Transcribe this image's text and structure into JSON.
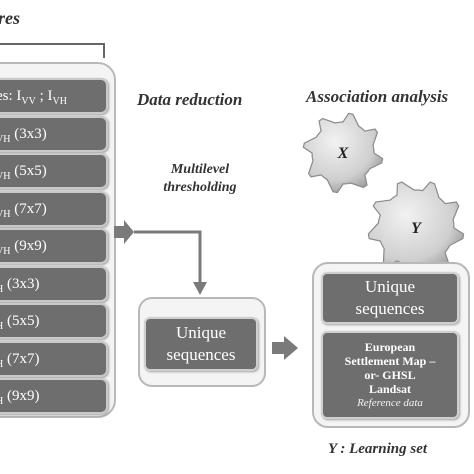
{
  "headings": {
    "features": "res",
    "data_reduction": "Data reduction",
    "association_analysis": "Association analysis",
    "multilevel": "Multilevel",
    "thresholding": "thresholding",
    "learning_set": "Y : Learning set"
  },
  "features": [
    {
      "pre": "es: I",
      "sub1": "VV",
      "mid": " ; I",
      "sub2": "VH"
    },
    {
      "pre": "",
      "sub1": "VH",
      "mid": " (3x3)",
      "sub2": ""
    },
    {
      "pre": "",
      "sub1": "VH",
      "mid": " (5x5)",
      "sub2": ""
    },
    {
      "pre": "",
      "sub1": "VH",
      "mid": " (7x7)",
      "sub2": ""
    },
    {
      "pre": "",
      "sub1": "VH",
      "mid": " (9x9)",
      "sub2": ""
    },
    {
      "pre": "",
      "sub1": "H",
      "mid": " (3x3)",
      "sub2": ""
    },
    {
      "pre": "",
      "sub1": "H",
      "mid": " (5x5)",
      "sub2": ""
    },
    {
      "pre": "",
      "sub1": "H",
      "mid": " (7x7)",
      "sub2": ""
    },
    {
      "pre": "",
      "sub1": "H",
      "mid": " (9x9)",
      "sub2": ""
    }
  ],
  "unique_sequences": {
    "line1": "Unique",
    "line2": "sequences"
  },
  "gears": {
    "x": "X",
    "y": "Y"
  },
  "reference": {
    "line1": "European",
    "line2": "Settlement Map –",
    "line3": "or- GHSL",
    "line4": "Landsat",
    "caption": "Reference data"
  },
  "colors": {
    "box": "#6e6e6e",
    "panel": "#f4f4f4",
    "arrow": "#7a7a7a",
    "gear": "#c8c8c8"
  }
}
